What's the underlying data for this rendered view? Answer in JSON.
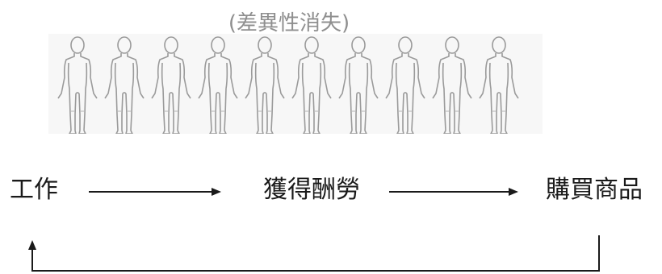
{
  "caption": "(差異性消失)",
  "figures": {
    "count": 10,
    "icon": "human-figure-outline-icon"
  },
  "steps": [
    {
      "label": "工作"
    },
    {
      "label": "獲得酬勞"
    },
    {
      "label": "購買商品"
    }
  ],
  "colors": {
    "line": "#1a1a1a",
    "figure": "#9a9a9a",
    "caption": "#8f8f8f"
  }
}
